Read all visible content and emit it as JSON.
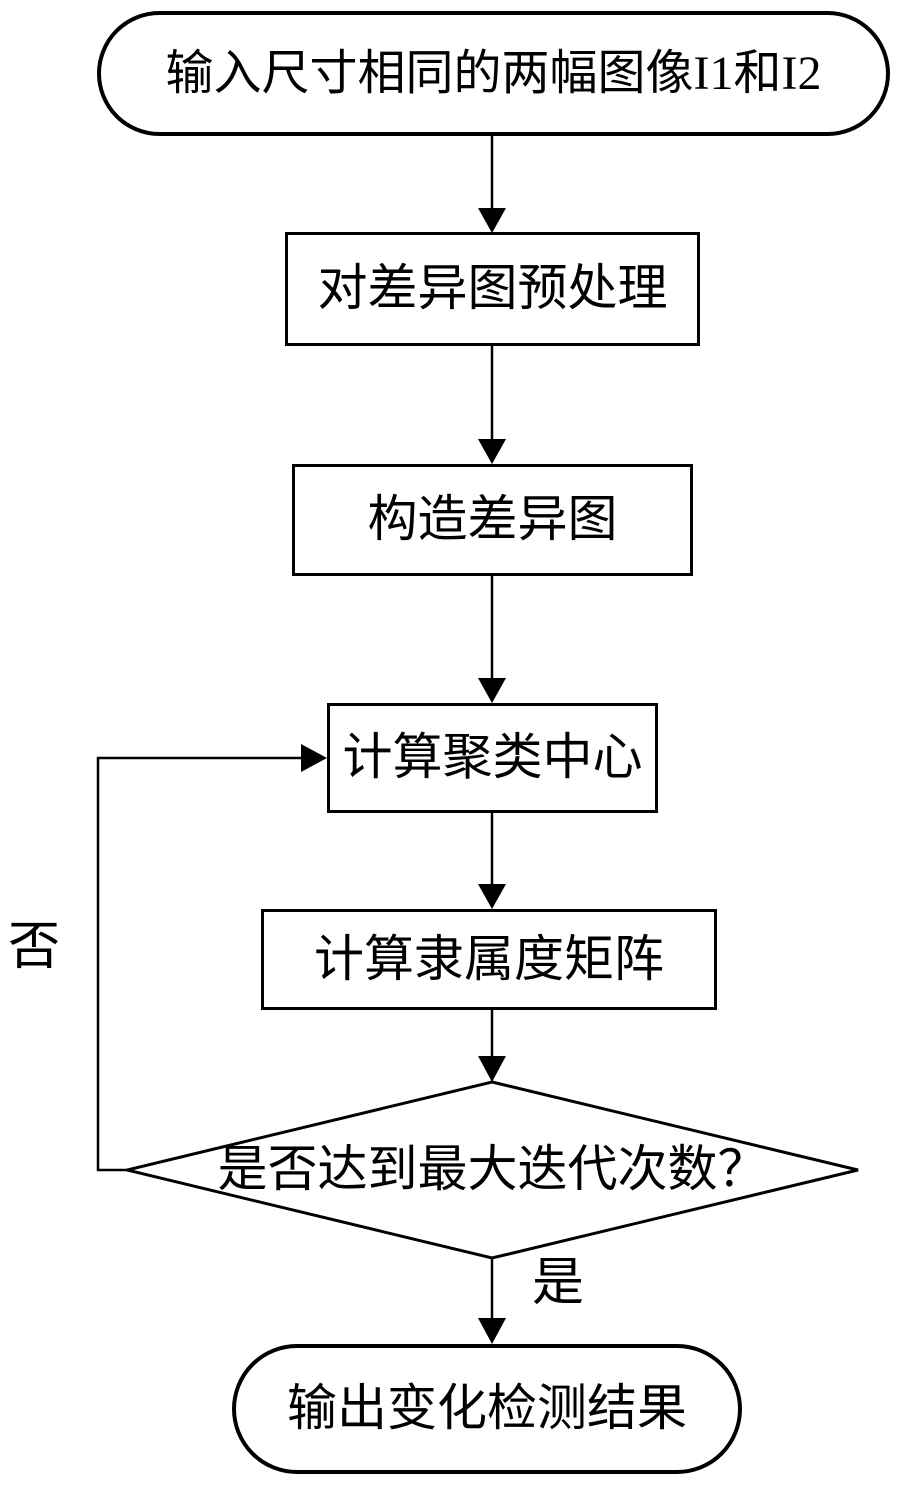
{
  "diagram": {
    "type": "flowchart",
    "language": "zh",
    "nodes": {
      "input": {
        "label": "输入尺寸相同的两幅图像I1和I2",
        "shape": "terminator"
      },
      "preprocess": {
        "label": "对差异图预处理",
        "shape": "process"
      },
      "construct": {
        "label": "构造差异图",
        "shape": "process"
      },
      "cluster": {
        "label": "计算聚类中心",
        "shape": "process"
      },
      "membership": {
        "label": "计算隶属度矩阵",
        "shape": "process"
      },
      "decision": {
        "label": "是否达到最大迭代次数？",
        "shape": "decision"
      },
      "output": {
        "label": "输出变化检测结果",
        "shape": "terminator"
      }
    },
    "edge_labels": {
      "no": "否",
      "yes": "是"
    },
    "colors": {
      "line": "#000000",
      "text": "#000000",
      "background": "#ffffff"
    }
  }
}
